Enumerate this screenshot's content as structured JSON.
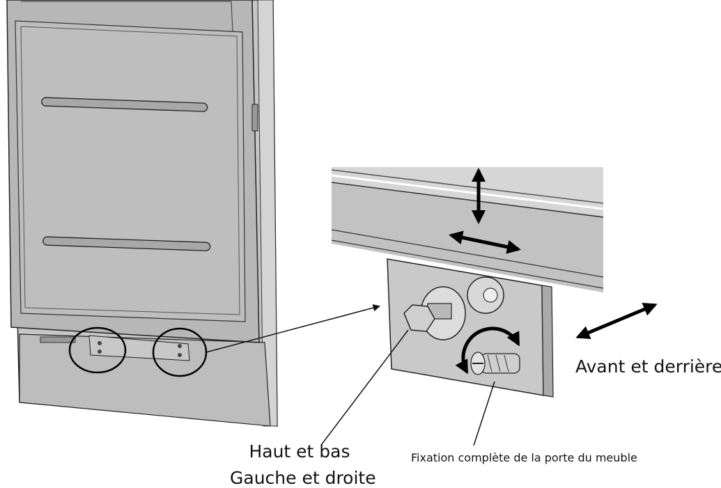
{
  "labels": {
    "front_back": "Avant et derrière",
    "up_down": "Haut et bas",
    "left_right": "Gauche et droite",
    "full_fix": "Fixation complète de la porte du meuble"
  },
  "colors": {
    "cabinet": "#c4c4c4",
    "door": "#b5b5b5",
    "outline": "#222222",
    "arrow": "#000000"
  },
  "icons": {
    "vertical_arrow": "double-arrow-vertical-icon",
    "horizontal_arrow": "double-arrow-horizontal-icon",
    "diagonal_arrow": "double-arrow-diagonal-icon",
    "rotate_arrow": "rotate-arrow-icon"
  }
}
